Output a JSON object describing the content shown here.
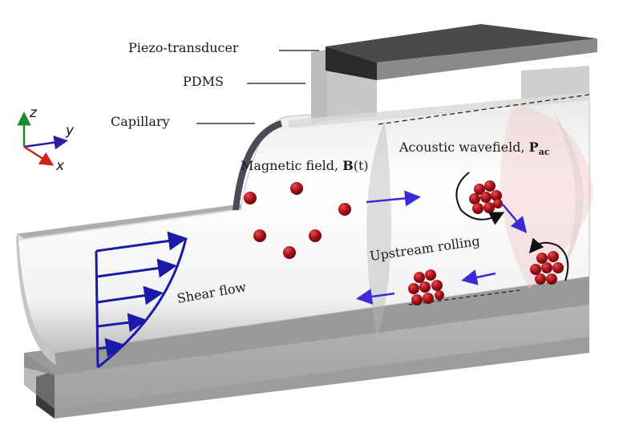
{
  "figure": {
    "title": "Acoustic-magnetic upstream rolling in a capillary",
    "labels": {
      "piezo": "Piezo-transducer",
      "pdms": "PDMS",
      "capillary": "Capillary",
      "magnetic_prefix": "Magnetic field, ",
      "magnetic_symbol": "B",
      "magnetic_arg": "(t)",
      "acoustic_prefix": "Acoustic wavefield, ",
      "acoustic_symbol": "P",
      "acoustic_sub": "ac",
      "upstream": "Upstream rolling",
      "shear": "Shear flow"
    },
    "axes": {
      "z": "z",
      "y": "y",
      "x": "x"
    },
    "colors": {
      "arrow_blue": "#3a2bd8",
      "profile_blue": "#1a1aa8",
      "particle_red": "#b0121a",
      "axis_z": "#1f8a2a",
      "axis_y": "#2a1fa0",
      "axis_x": "#d42020",
      "transducer": "#4a4a4a",
      "acoustic_pink": "#f3c9cc"
    }
  }
}
